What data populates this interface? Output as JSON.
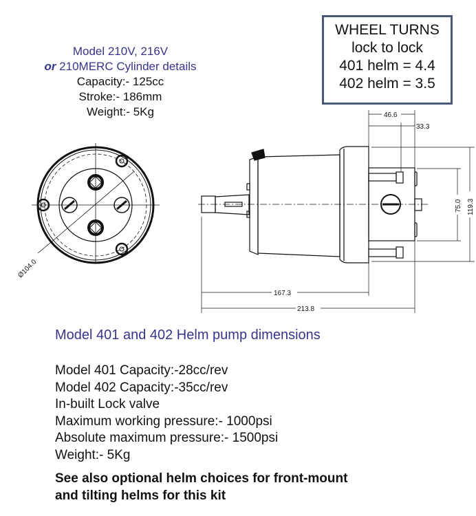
{
  "cylinder": {
    "title_line1": "Model 210V, 216V",
    "or_label": "or",
    "title_line2": " 210MERC Cylinder details",
    "capacity": "Capacity:- 125cc",
    "stroke": "Stroke:- 186mm",
    "weight": "Weight:- 5Kg"
  },
  "wheel_turns": {
    "title": "WHEEL TURNS",
    "subtitle": "lock to lock",
    "helm401": "401 helm = 4.4",
    "helm402": "402 helm = 3.5"
  },
  "dimensions": {
    "diameter": "Ø104.0",
    "d46": "46.6",
    "d33": "33.3",
    "d75": "75.0",
    "d119": "119.3",
    "d167": "167.3",
    "d213": "213.8"
  },
  "helm": {
    "title": "Model 401 and 402 Helm pump dimensions",
    "specs": [
      "Model 401 Capacity:-28cc/rev",
      "Model 402 Capacity:-35cc/rev",
      "In-built Lock valve",
      "Maximum working pressure:- 1000psi",
      "Absolute maximum pressure:- 1500psi",
      "Weight:- 5Kg"
    ],
    "note_line1": "See also optional helm choices for front-mount",
    "note_line2": "and tilting helms for this kit"
  },
  "colors": {
    "blue_text": "#35358a",
    "box_border": "#4a5878"
  }
}
